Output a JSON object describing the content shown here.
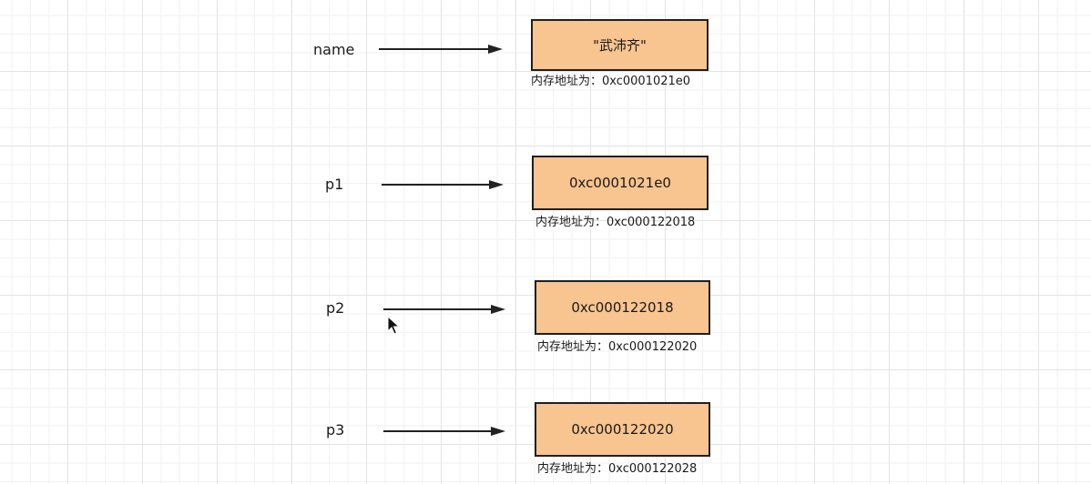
{
  "nodes": [
    {
      "id": "name",
      "label": "name",
      "value": "\"武沛齐\"",
      "address": "内存地址为：0xc0001021e0"
    },
    {
      "id": "p1",
      "label": "p1",
      "value": "0xc0001021e0",
      "address": "内存地址为：0xc000122018"
    },
    {
      "id": "p2",
      "label": "p2",
      "value": "0xc000122018",
      "address": "内存地址为：0xc000122020"
    },
    {
      "id": "p3",
      "label": "p3",
      "value": "0xc000122020",
      "address": "内存地址为：0xc000122028"
    }
  ],
  "colors": {
    "box_fill": "#f8c48f",
    "box_border": "#1f1f1f",
    "arrow": "#222222"
  },
  "icons": {
    "cursor": "mouse-pointer-icon"
  }
}
